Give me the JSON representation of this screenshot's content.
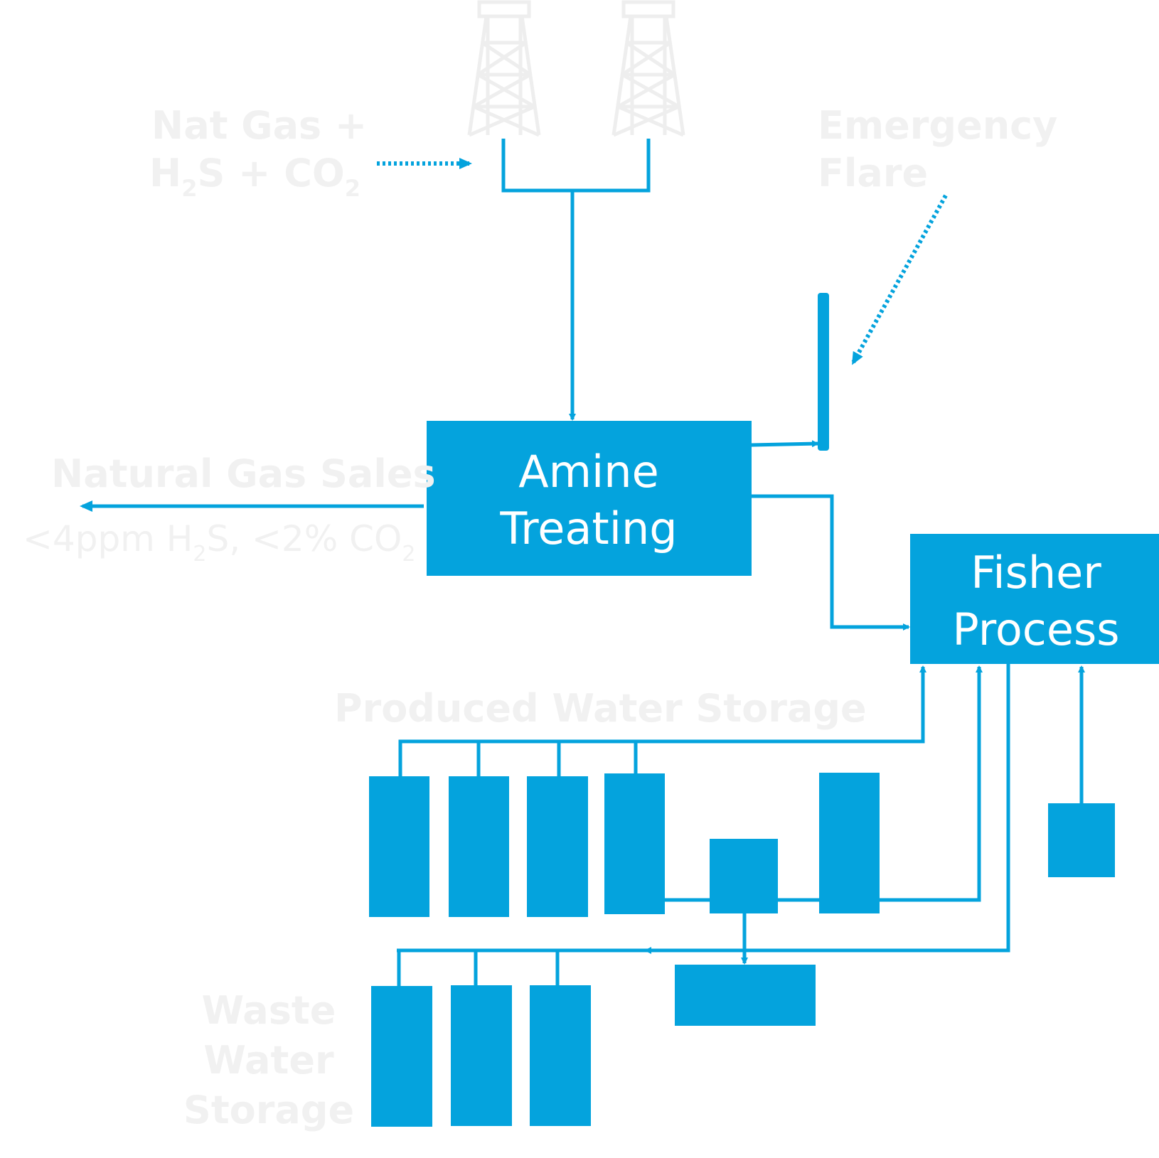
{
  "labels": {
    "amine_line1": "Amine",
    "amine_line2": "Treating",
    "fisher_line1": "Fisher",
    "fisher_line2": "Process",
    "feed_line1": "Nat Gas +",
    "feed_h2s_h": "H",
    "feed_h2s_sub": "2",
    "feed_h2s_rest": "S + CO",
    "feed_co2_sub": "2",
    "flare_line1": "Emergency",
    "flare_line2": "Flare",
    "sales_line1": "Natural Gas Sales",
    "sales_line2_a": "<4ppm H",
    "sales_line2_sub1": "2",
    "sales_line2_b": "S, <2% CO",
    "sales_line2_sub2": "2",
    "produced_water": "Produced Water Storage",
    "waste_line1": "Waste",
    "waste_line2": "Water",
    "waste_line3": "Storage"
  },
  "colors": {
    "equipment": "#04a3dd",
    "ghost_text": "#f1f1f1"
  },
  "icons": {
    "wells": "oil-derrick-icon"
  }
}
